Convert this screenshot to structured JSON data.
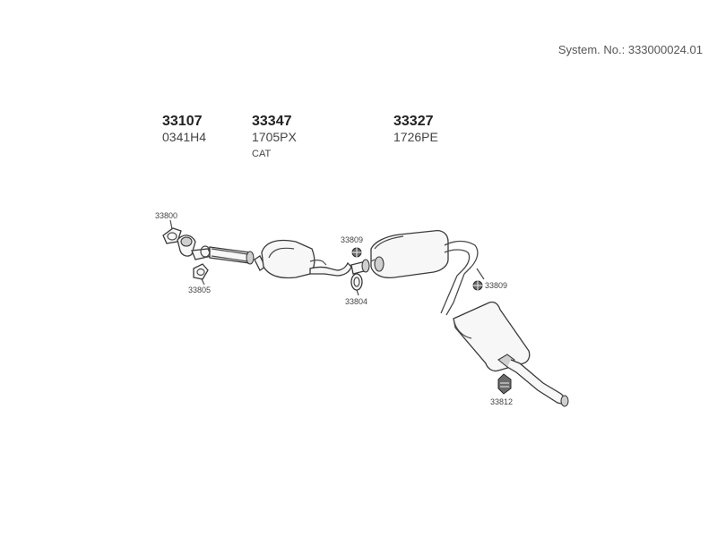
{
  "system_number": "System. No.: 333000024.01",
  "parts": [
    {
      "number": "33107",
      "code": "0341H4",
      "extra": ""
    },
    {
      "number": "33347",
      "code": "1705PX",
      "extra": "CAT"
    },
    {
      "number": "33327",
      "code": "1726PE",
      "extra": ""
    }
  ],
  "callouts": {
    "gasket_front": "33800",
    "gasket_ring": "33805",
    "clamp_mid": "33809",
    "gasket_mid": "33804",
    "clamp_rear": "33809",
    "hanger_rear": "33812"
  }
}
